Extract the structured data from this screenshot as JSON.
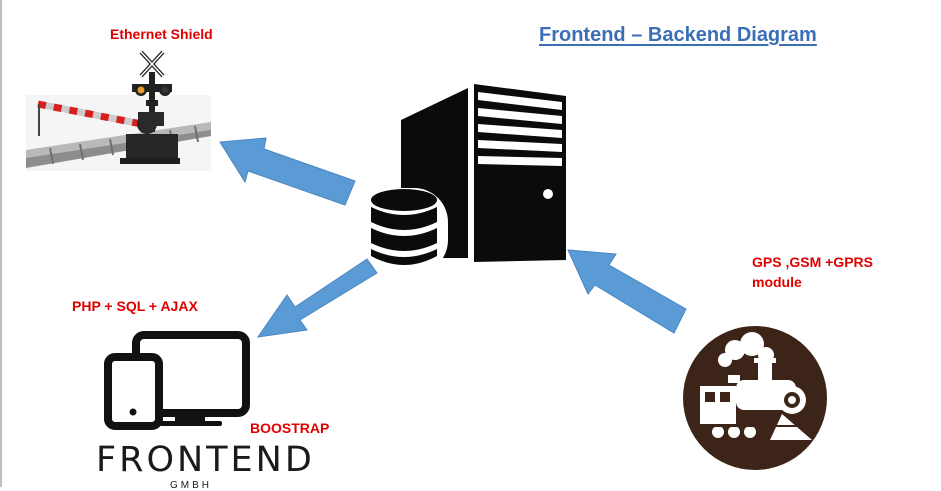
{
  "title": "Frontend – Backend Diagram",
  "labels": {
    "ethernet_shield": "Ethernet Shield",
    "php_sql_ajax": "PHP + SQL  + AJAX",
    "boostrap": "BOOSTRAP",
    "gps_line1": "GPS ,GSM +GPRS",
    "gps_line2": "module"
  },
  "frontend_logo": {
    "word": "FRONTEND",
    "subtext": "GMBH"
  },
  "icons": [
    "railroad-crossing-icon",
    "server-icon",
    "database-icon",
    "devices-icon",
    "locomotive-icon"
  ],
  "colors": {
    "arrow": "#5b9bd5",
    "label": "#e00000",
    "title": "#3a6fb8",
    "train_badge": "#3d2418"
  }
}
